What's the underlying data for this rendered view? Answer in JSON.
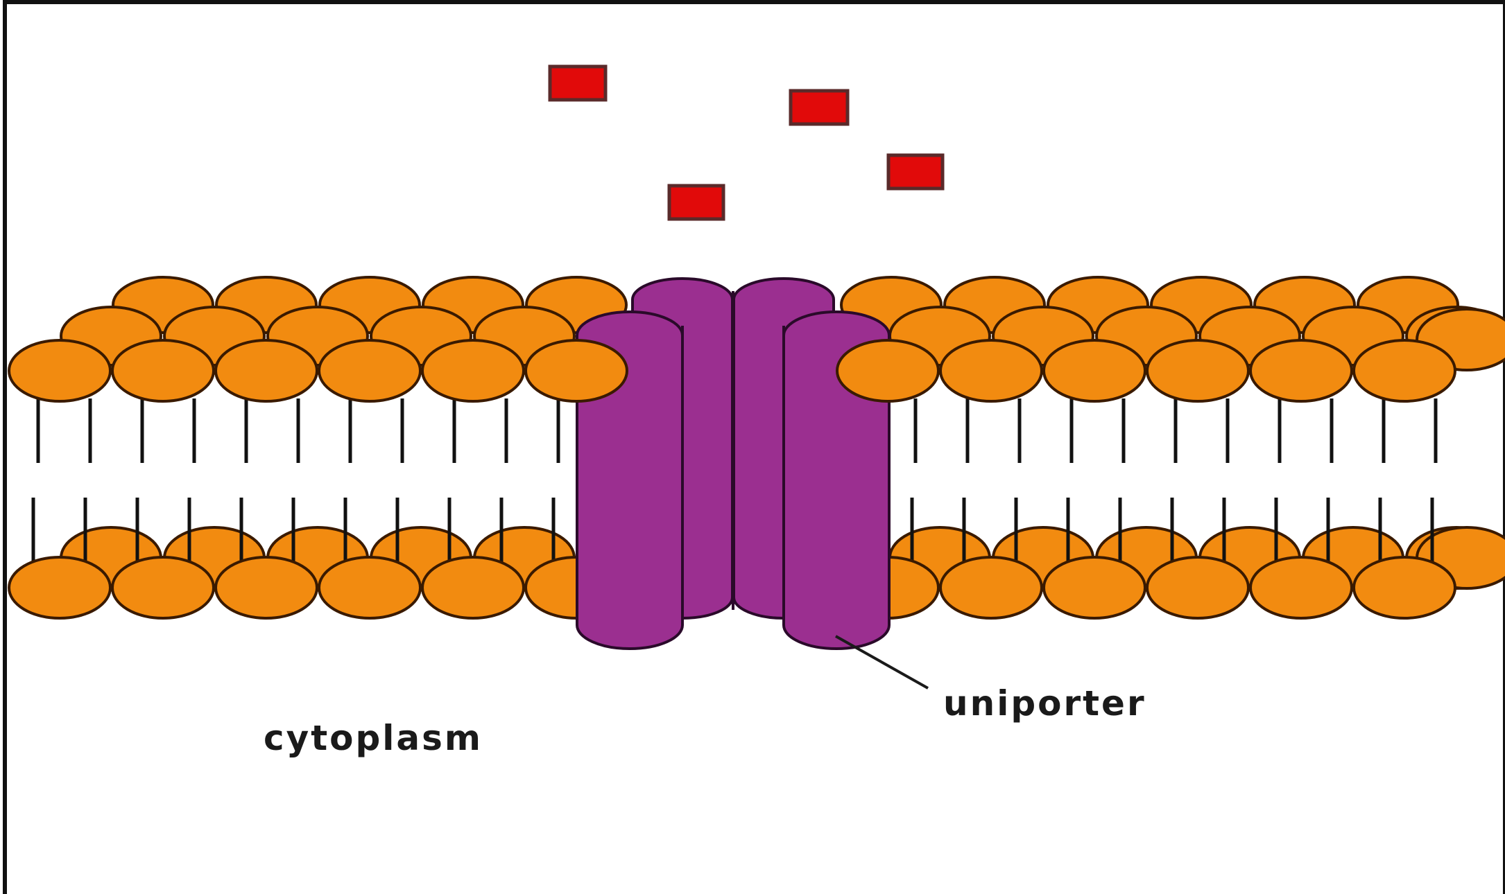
{
  "labels": {
    "cytoplasm": "cytoplasm",
    "uniporter": "uniporter"
  },
  "colors": {
    "frame": "#111111",
    "lipid_head": "#f28b10",
    "lipid_outline": "#3a1a00",
    "tail": "#111111",
    "protein": "#9b2f90",
    "protein_outline": "#2a0a2a",
    "solute": "#e10a0a",
    "solute_outline": "#5a2a2a"
  },
  "counts": {
    "solute_molecules": 4,
    "protein_subunits": 4
  }
}
